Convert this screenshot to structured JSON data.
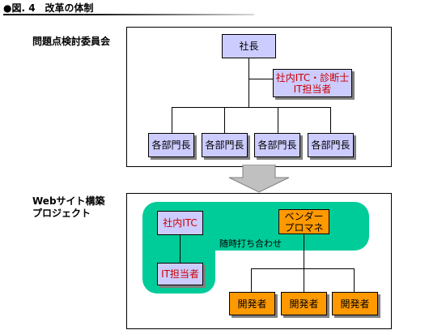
{
  "figure": {
    "title": "●図. 4　改革の体制"
  },
  "committee": {
    "label": "問題点検討委員会",
    "president": "社長",
    "advisor_line1": "社内ITC・診断士",
    "advisor_line2": "IT担当者",
    "department_heads": [
      "各部門長",
      "各部門長",
      "各部門長",
      "各部門長"
    ]
  },
  "project": {
    "label_line1": "Webサイト構築",
    "label_line2": "プロジェクト",
    "internal_itc": "社内ITC",
    "it_staff": "IT担当者",
    "vendor_pm_line1": "ベンダー",
    "vendor_pm_line2": "プロマネ",
    "meeting_note": "随時打ち合わせ",
    "developers": [
      "開発者",
      "開発者",
      "開発者"
    ]
  },
  "colors": {
    "lavender_box": "#ccccff",
    "orange_box": "#ff9900",
    "teal_area": "#00cc99",
    "red_text": "#cc0000",
    "arrow_gray": "#c0c0c0"
  }
}
